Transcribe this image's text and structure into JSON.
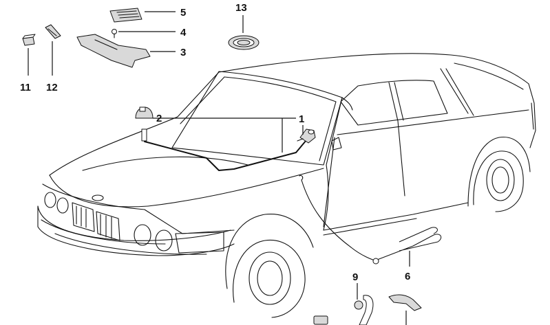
{
  "callouts": {
    "c1": "1",
    "c2": "2",
    "c3": "3",
    "c4": "4",
    "c5": "5",
    "c6": "6",
    "c9": "9",
    "c11": "11",
    "c12": "12",
    "c13": "13"
  },
  "colors": {
    "line": "#111111",
    "part_fill": "#d9d9d9",
    "background": "#ffffff"
  }
}
